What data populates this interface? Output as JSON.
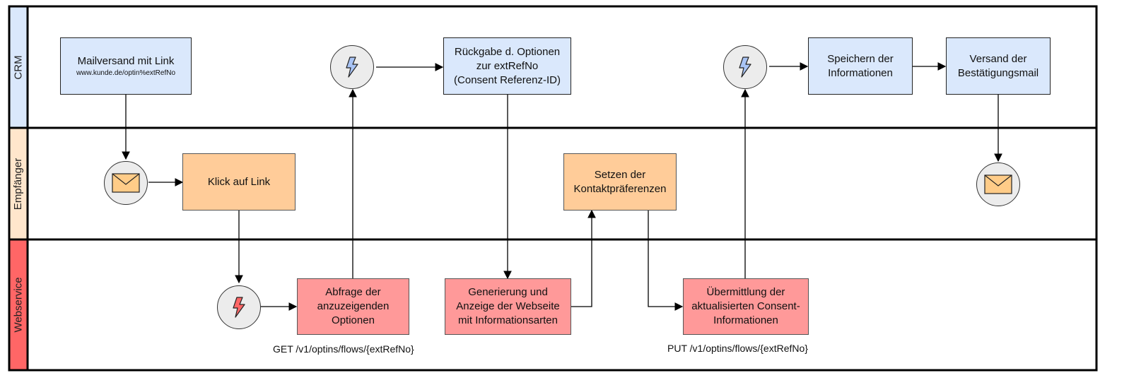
{
  "lanes": [
    {
      "label": "CRM",
      "color": "#dae8fc"
    },
    {
      "label": "Empfänger",
      "color": "#ffe6cc"
    },
    {
      "label": "Webservice",
      "color": "#ff6666"
    }
  ],
  "boxes": {
    "mailversand": {
      "line1": "Mailversand mit Link",
      "line2": "www.kunde.de/optin%extRefNo"
    },
    "rueckgabe": {
      "line1": "Rückgabe d. Optionen",
      "line2": "zur extRefNo",
      "line3": "(Consent Referenz-ID)"
    },
    "speichern": {
      "line1": "Speichern der",
      "line2": "Informationen"
    },
    "versand": {
      "line1": "Versand der",
      "line2": "Bestätigungsmail"
    },
    "klick": {
      "line1": "Klick auf Link"
    },
    "setzen": {
      "line1": "Setzen der",
      "line2": "Kontaktpräferenzen"
    },
    "abfrage": {
      "line1": "Abfrage der",
      "line2": "anzuzeigenden",
      "line3": "Optionen"
    },
    "generierung": {
      "line1": "Generierung und",
      "line2": "Anzeige der Webseite",
      "line3": "mit Informationsarten"
    },
    "uebermittlung": {
      "line1": "Übermittlung der",
      "line2": "aktualisierten Consent-",
      "line3": "Informationen"
    }
  },
  "annotations": {
    "get": "GET /v1/optins/flows/{extRefNo}",
    "put": "PUT /v1/optins/flows/{extRefNo}"
  },
  "icons": {
    "lightning_blue_fill": "#a9c4f5",
    "lightning_red_fill": "#ff6666",
    "envelope_fill": "#ffcc88"
  }
}
